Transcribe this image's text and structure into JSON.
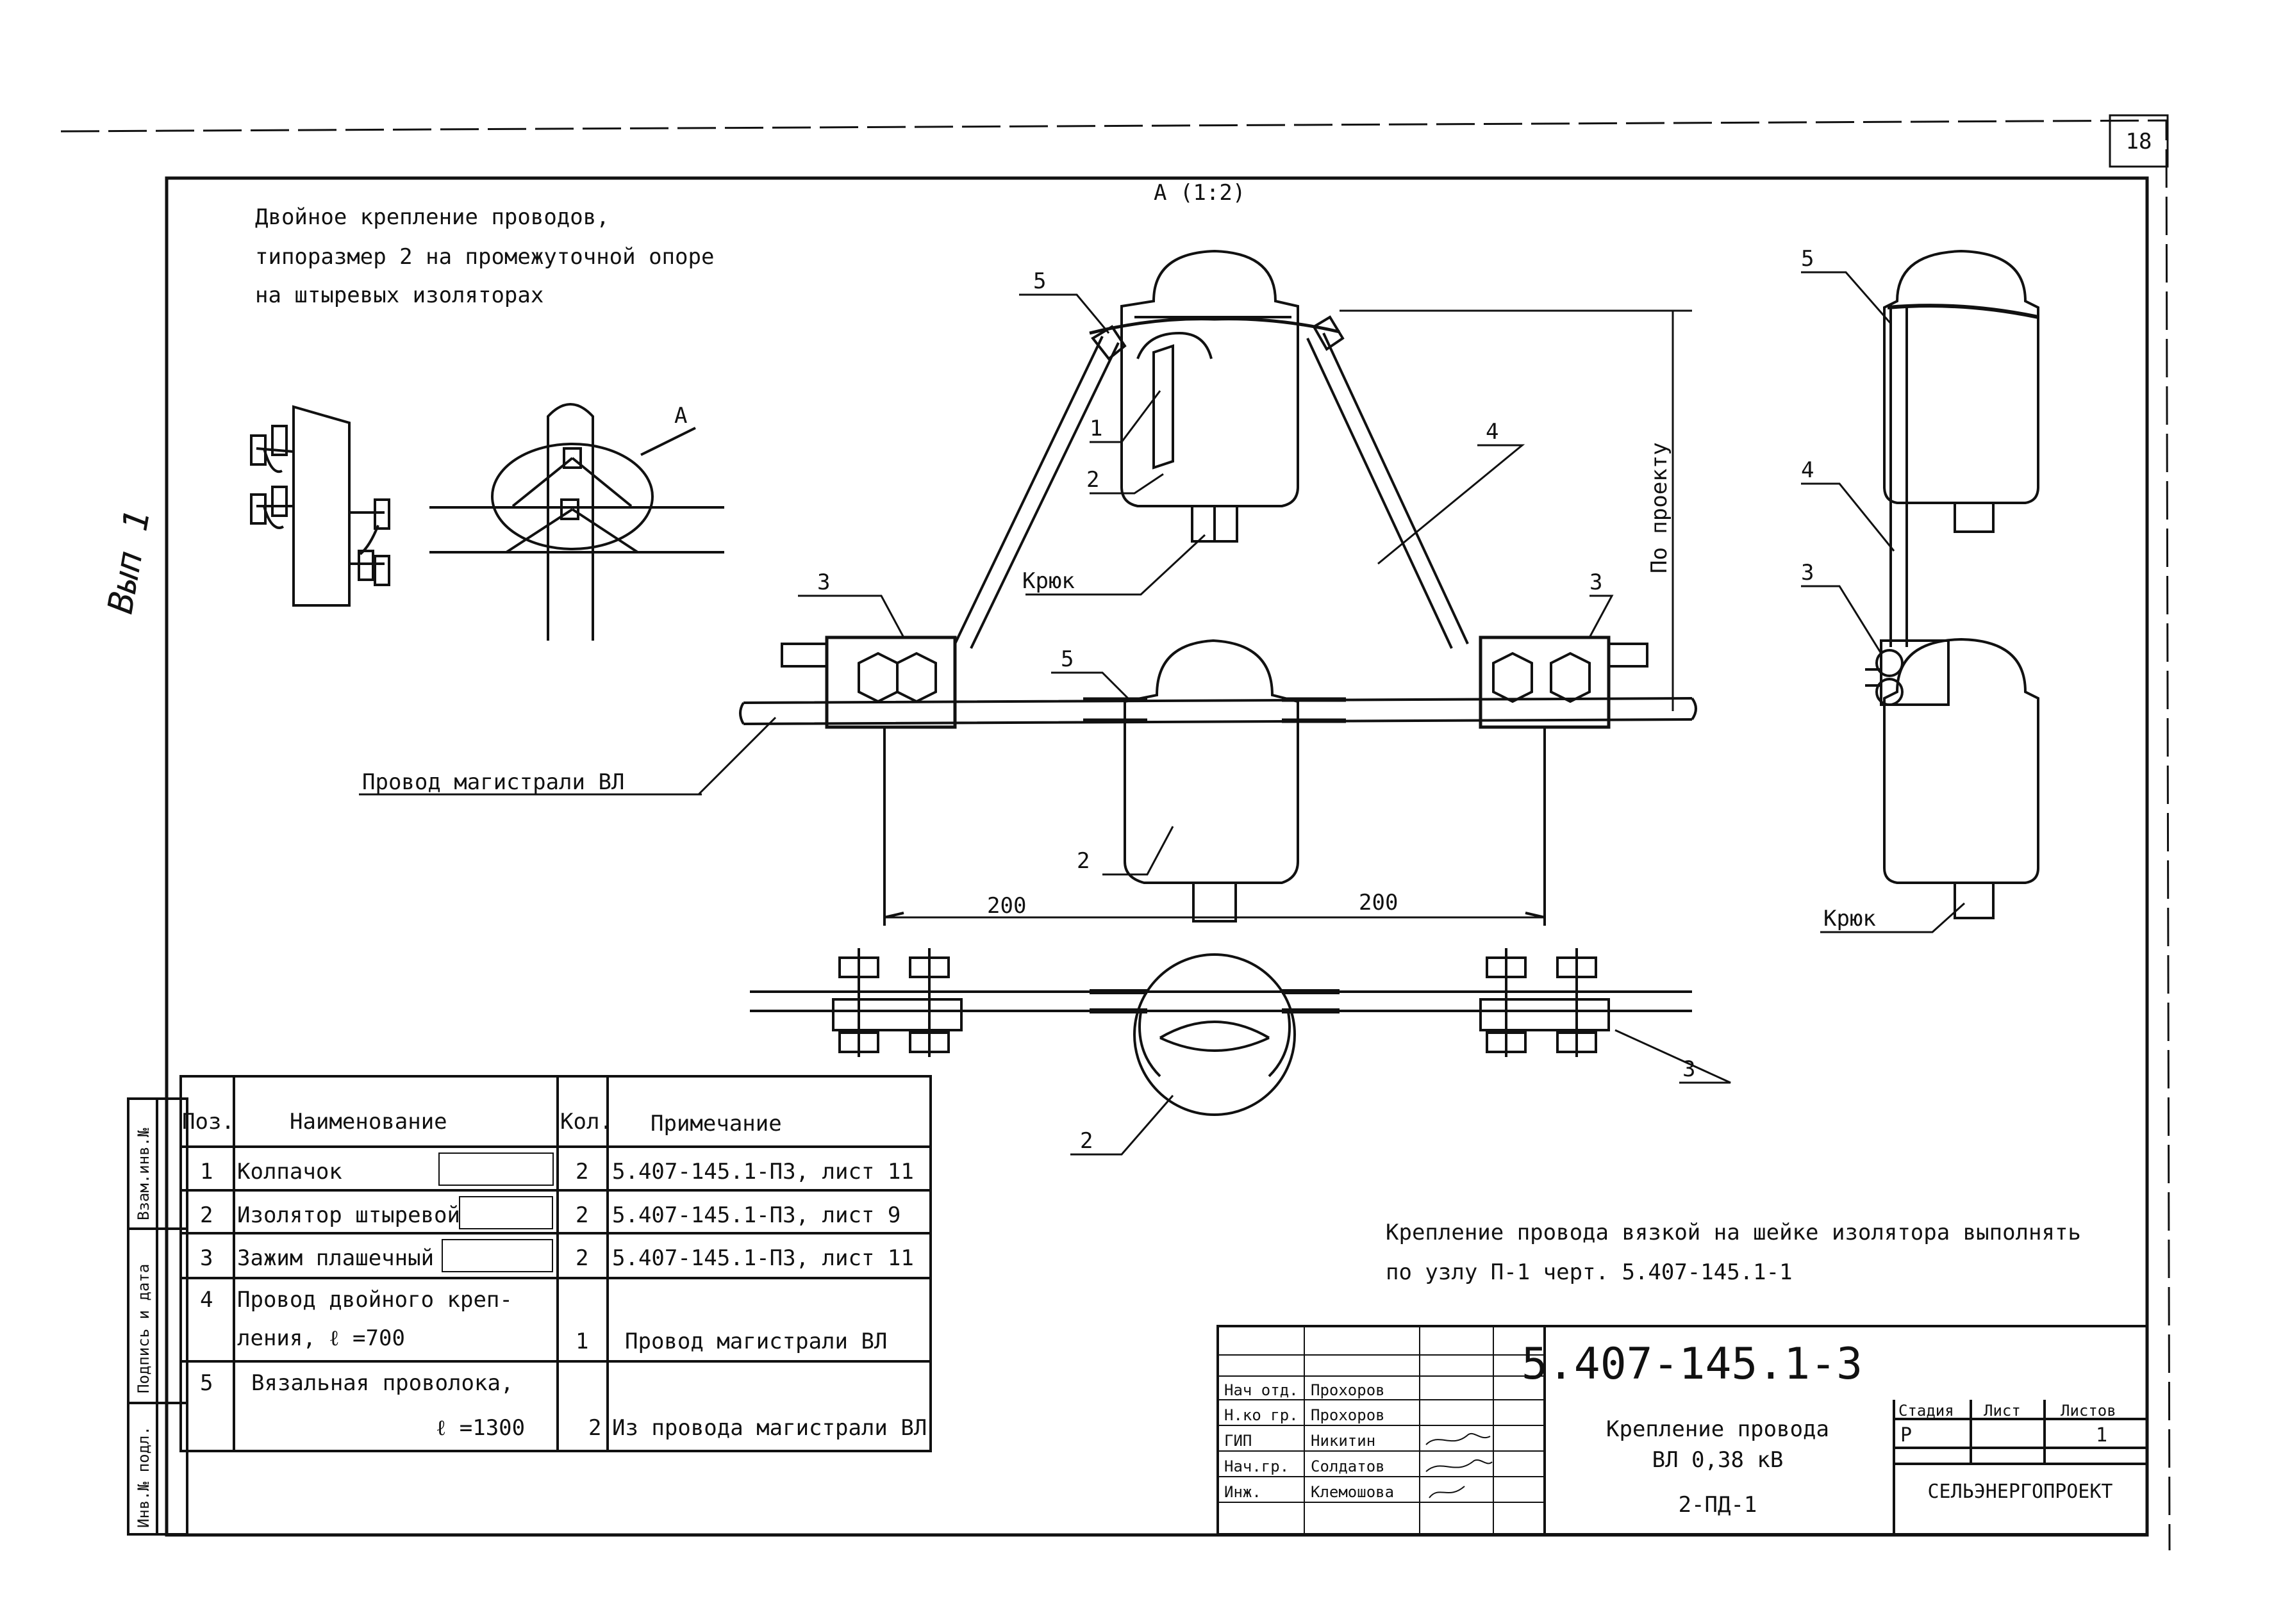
{
  "page_number": "18",
  "handwritten_note": "Вып 1",
  "title_note": [
    "Двойное крепление проводов,",
    "типоразмер 2 на промежуточной опоре",
    "на штыревых изоляторах"
  ],
  "view_label": "А (1:2)",
  "callout_A": "А",
  "labels": {
    "p1": "1",
    "p2": "2",
    "p3": "3",
    "p4": "4",
    "p5": "5",
    "hook": "Крюк",
    "main_wire": "Провод магистрали ВЛ",
    "by_project": "По проекту",
    "dim_left": "200",
    "dim_right": "200"
  },
  "side_margin": {
    "vzam": "Взам.инв.№",
    "podpis": "Подпись и дата",
    "inv": "Инв.№ подл."
  },
  "spec_table": {
    "headers": [
      "Поз.",
      "Наименование",
      "Кол.",
      "Примечание"
    ],
    "rows": [
      {
        "pos": "1",
        "name": "Колпачок",
        "qty": "2",
        "note": "5.407-145.1-ПЗ, лист 11"
      },
      {
        "pos": "2",
        "name": "Изолятор штыревой",
        "qty": "2",
        "note": "5.407-145.1-ПЗ, лист 9"
      },
      {
        "pos": "3",
        "name": "Зажим плашечный",
        "qty": "2",
        "note": "5.407-145.1-ПЗ, лист 11"
      },
      {
        "pos": "4",
        "name": "Провод двойного креп-",
        "name2": "ления, ℓ =700",
        "qty": "1",
        "note": "Провод магистрали ВЛ"
      },
      {
        "pos": "5",
        "name": "Вязальная проволока,",
        "name2": "ℓ =1300",
        "qty": "2",
        "note": "Из провода магистрали ВЛ"
      }
    ]
  },
  "note_text": [
    "Крепление провода вязкой на шейке изолятора выполнять",
    "по узлу П-1 черт. 5.407-145.1-1"
  ],
  "stamp": {
    "doc_code": "5.407-145.1-3",
    "roles": [
      {
        "role": "Нач отд.",
        "name": "Прохоров"
      },
      {
        "role": "Н.ко гр.",
        "name": "Прохоров"
      },
      {
        "role": "ГИП",
        "name": "Никитин"
      },
      {
        "role": "Нач.гр.",
        "name": "Солдатов"
      },
      {
        "role": "Инж.",
        "name": "Клемошова"
      }
    ],
    "title_lines": [
      "Крепление провода",
      "ВЛ 0,38 кВ",
      "2-ПД-1"
    ],
    "stage_header": "Стадия",
    "sheet_header": "Лист",
    "sheets_header": "Листов",
    "stage": "Р",
    "sheets": "1",
    "org": "СЕЛЬЭНЕРГОПРОЕКТ"
  },
  "colors": {
    "ink": "#111111",
    "paper": "#ffffff"
  }
}
